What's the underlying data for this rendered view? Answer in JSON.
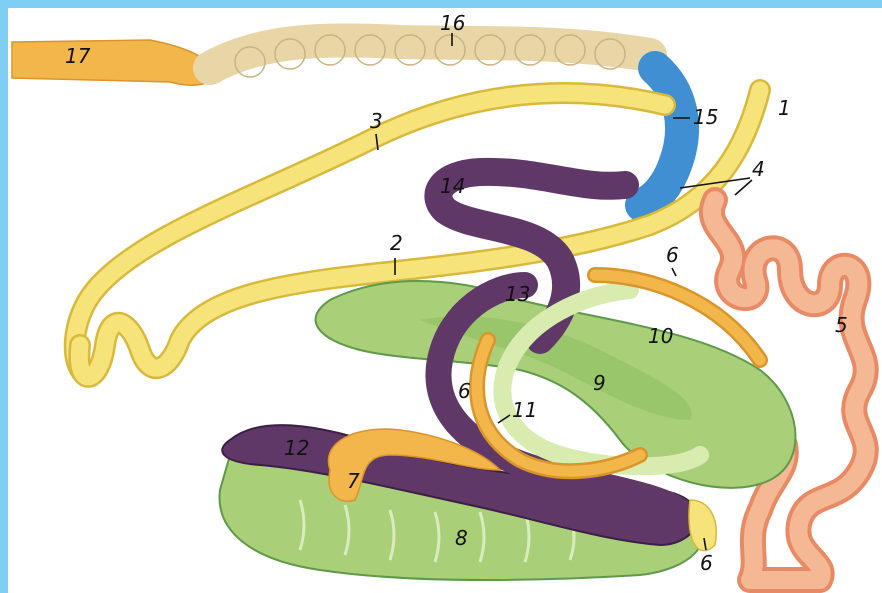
{
  "colors": {
    "frame": "#7ecff2",
    "yellow": "#f6e37a",
    "yellow_dark": "#d9b93c",
    "orange": "#f3b64a",
    "tan": "#e8d6a6",
    "blue": "#3f8fd2",
    "purple": "#5f3868",
    "green": "#a9cf78",
    "green_dark": "#5e9a4a",
    "salmon": "#f5b894",
    "salmon_dark": "#e98a67"
  },
  "labels": {
    "n1": "1",
    "n2": "2",
    "n3": "3",
    "n4": "4",
    "n5": "5",
    "n6a": "6",
    "n6b": "6",
    "n6c": "6",
    "n7": "7",
    "n8": "8",
    "n9": "9",
    "n10": "10",
    "n11": "11",
    "n12": "12",
    "n13": "13",
    "n14": "14",
    "n15": "15",
    "n16": "16",
    "n17": "17"
  }
}
